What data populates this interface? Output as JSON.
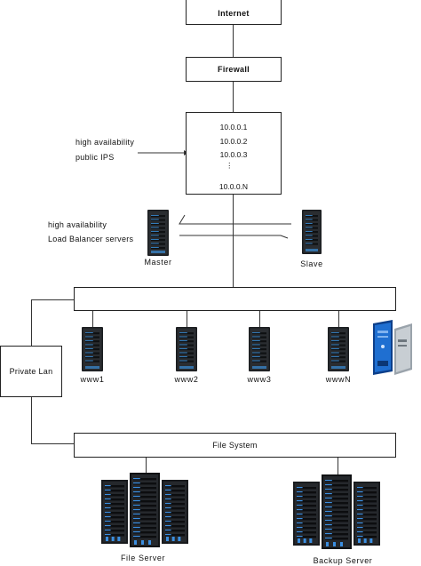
{
  "nodes": {
    "internet": "Internet",
    "firewall": "Firewall",
    "file_system": "File System",
    "private_lan": "Private Lan"
  },
  "ip_list": [
    "10.0.0.1",
    "10.0.0.2",
    "10.0.0.3",
    "⋮",
    "10.0.0.N"
  ],
  "annotations": {
    "public_ips_line1": "high availability",
    "public_ips_line2": "public IPS",
    "lb_line1": "high availability",
    "lb_line2": "Load Balancer servers"
  },
  "load_balancers": {
    "master": "Master",
    "slave": "Slave"
  },
  "web_servers": [
    "www1",
    "www2",
    "www3",
    "wwwN"
  ],
  "storage": {
    "file_server": "File Server",
    "backup_server": "Backup Server"
  }
}
